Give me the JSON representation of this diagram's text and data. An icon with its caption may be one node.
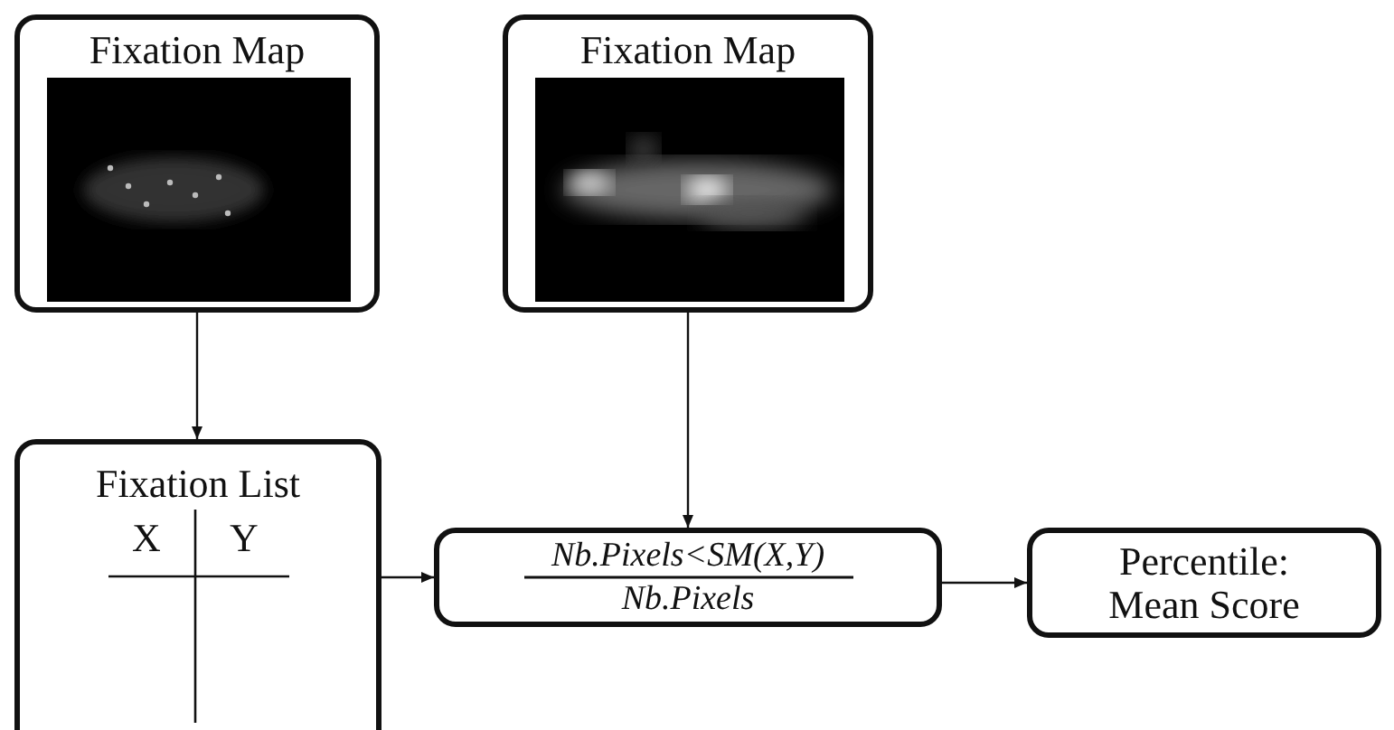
{
  "diagram": {
    "nodes": [
      {
        "text": [
          "Fixation Map"
        ]
      },
      {
        "text": [
          "Fixation Map"
        ]
      },
      {
        "text": [
          "Fixation List",
          "X",
          "Y"
        ]
      },
      {
        "text": [
          "Nb.Pixels<SM(X,Y)",
          "Nb.Pixels"
        ]
      },
      {
        "text": [
          "Percentile: Mean Score"
        ]
      }
    ],
    "edges": [
      {
        "from": 0,
        "to": 2,
        "arrow": "to"
      },
      {
        "from": 1,
        "to": 3,
        "arrow": "to"
      },
      {
        "from": 2,
        "to": 3,
        "arrow": "to"
      },
      {
        "from": 3,
        "to": 4,
        "arrow": "to"
      }
    ]
  }
}
